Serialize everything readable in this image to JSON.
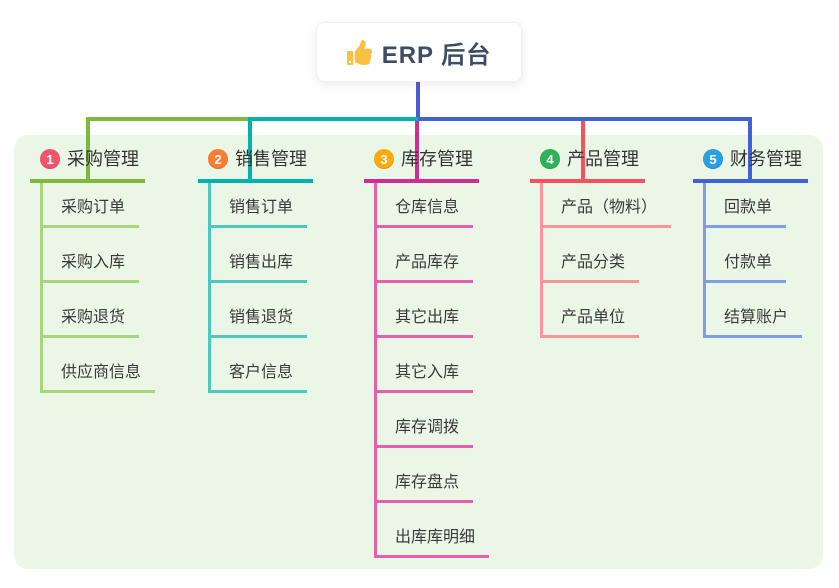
{
  "root": {
    "title": "ERP 后台",
    "icon": "thumbs-up"
  },
  "panel_color": "#ebf7e6",
  "root_line_color": "#4d5bd3",
  "thumb_color": "#f7c244",
  "branches": [
    {
      "label": "采购管理",
      "badge": "1",
      "badge_color": "#f2546b",
      "line_color": "#7eb93e",
      "child_line_color": "#a9d47d",
      "children": [
        "采购订单",
        "采购入库",
        "采购退货",
        "供应商信息"
      ]
    },
    {
      "label": "销售管理",
      "badge": "2",
      "badge_color": "#fb7c32",
      "line_color": "#00b3ab",
      "child_line_color": "#4cc8bf",
      "children": [
        "销售订单",
        "销售出库",
        "销售退货",
        "客户信息"
      ]
    },
    {
      "label": "库存管理",
      "badge": "3",
      "badge_color": "#feaa0f",
      "line_color": "#ce2e90",
      "child_line_color": "#e560a8",
      "children": [
        "仓库信息",
        "产品库存",
        "其它出库",
        "其它入库",
        "库存调拨",
        "库存盘点",
        "出库库明细"
      ]
    },
    {
      "label": "产品管理",
      "badge": "4",
      "badge_color": "#2cb258",
      "line_color": "#f4525c",
      "child_line_color": "#f8949a",
      "children": [
        "产品（物料）",
        "产品分类",
        "产品单位"
      ]
    },
    {
      "label": "财务管理",
      "badge": "5",
      "badge_color": "#2ba0e0",
      "line_color": "#3f63d4",
      "child_line_color": "#809de4",
      "children": [
        "回款单",
        "付款单",
        "结算账户"
      ]
    }
  ]
}
